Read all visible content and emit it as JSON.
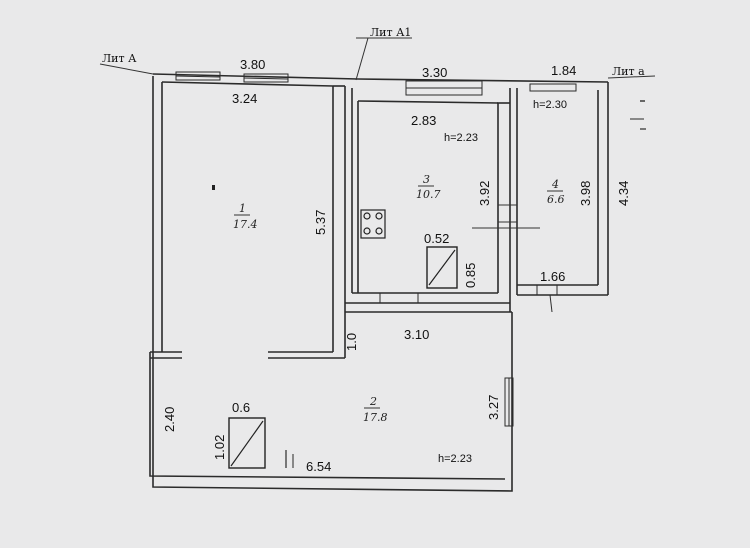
{
  "labels": {
    "lit_a": "Лит А",
    "lit_a1": "Лит А1",
    "lit_a_small": "Лит а"
  },
  "dimensions": {
    "top_left_outer": "3.80",
    "top_left_inner": "3.24",
    "top_mid_outer": "3.30",
    "top_right_outer": "1.84",
    "room1_height": "5.37",
    "room3_width": "2.83",
    "room3_height": "3.92",
    "room4_height": "3.98",
    "right_outer_height": "4.34",
    "niche_width": "0.52",
    "niche_height": "0.85",
    "room4_bottom": "1.66",
    "room2_width": "3.10",
    "partition": "1.0",
    "room2_right_height": "3.27",
    "left_lower_height": "2.40",
    "closet_width": "0.6",
    "closet_height": "1.02",
    "bottom_width": "6.54"
  },
  "heights": {
    "room3": "h=2.23",
    "room4": "h=2.30",
    "room2": "h=2.23"
  },
  "rooms": {
    "r1_num": "1",
    "r1_area": "17.4",
    "r2_num": "2",
    "r2_area": "17.8",
    "r3_num": "3",
    "r3_area": "10.7",
    "r4_num": "4",
    "r4_area": "6.6"
  },
  "colors": {
    "paper": "#e9e9ea",
    "ink": "#2b2b2b"
  }
}
